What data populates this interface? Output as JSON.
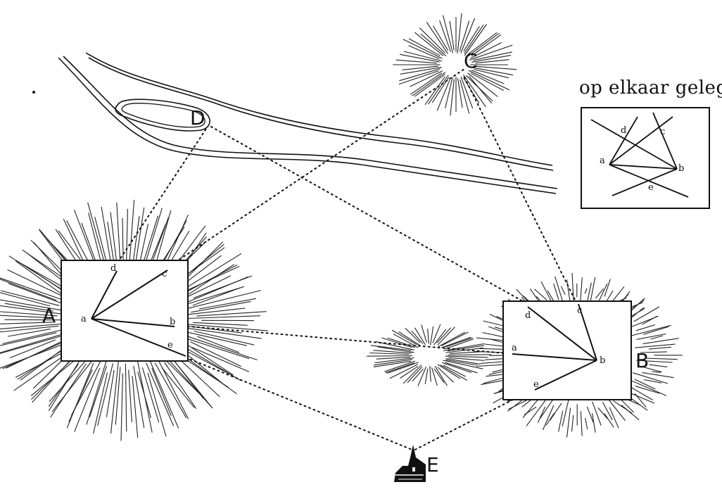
{
  "inset": {
    "title": "op elkaar gelegd",
    "labels": {
      "a": "a",
      "b": "b",
      "c": "c",
      "d": "d",
      "e": "e"
    }
  },
  "points": {
    "A": "A",
    "B": "B",
    "C": "C",
    "D": "D",
    "E": "E"
  },
  "board_A": {
    "a": "a",
    "b": "b",
    "c": "c",
    "d": "d",
    "e": "e"
  },
  "board_B": {
    "a": "a",
    "b": "b",
    "c": "c",
    "d": "d",
    "e": "e"
  },
  "icons": {
    "church": "church-icon",
    "hill": "hill-hachure"
  }
}
